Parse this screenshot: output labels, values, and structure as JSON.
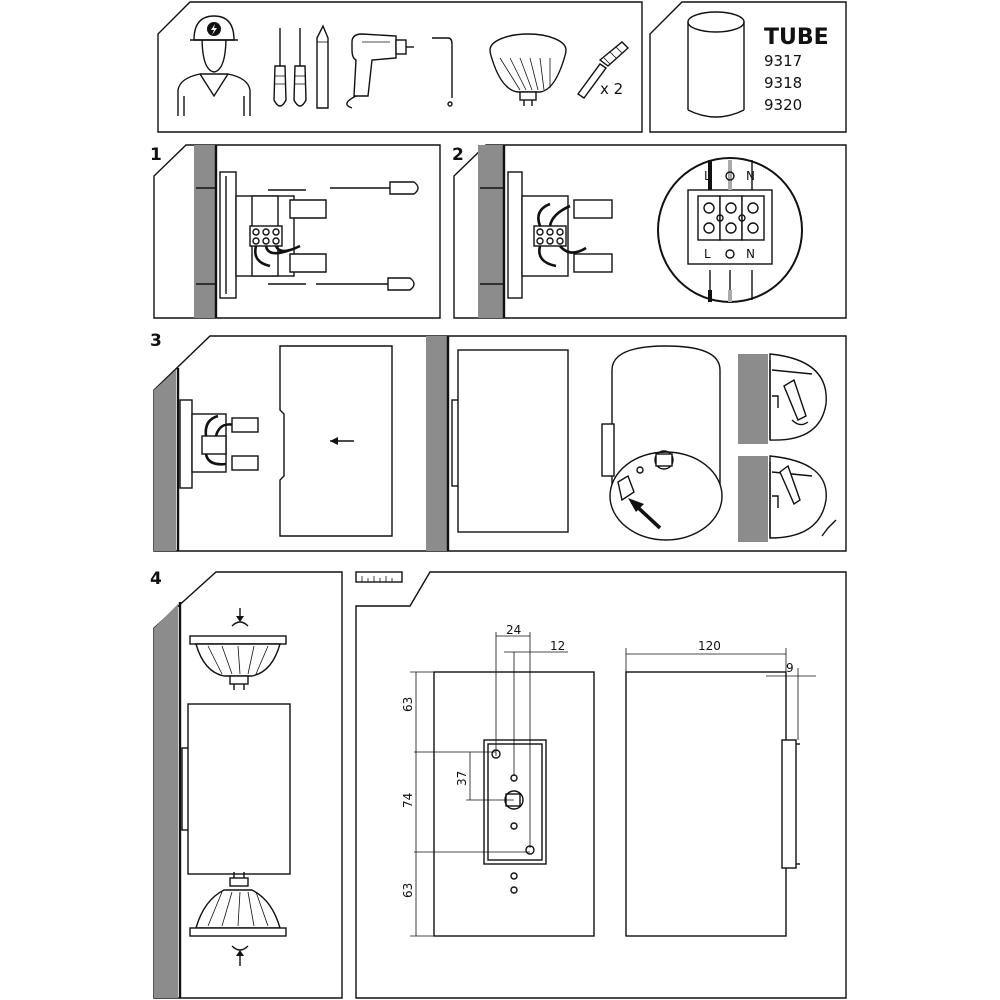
{
  "product": {
    "name": "TUBE",
    "codes": [
      "9317",
      "9318",
      "9320"
    ]
  },
  "tools": {
    "anchor_quantity": "x 2"
  },
  "steps": {
    "s1": "1",
    "s2": "2",
    "s3": "3",
    "s4": "4"
  },
  "terminals": {
    "top": [
      "L",
      "N"
    ],
    "bottom": [
      "L",
      "N"
    ]
  },
  "dimensions": {
    "d24": "24",
    "d12": "12",
    "d120": "120",
    "d9": "9",
    "d63_top": "63",
    "d74": "74",
    "d37": "37",
    "d63_bottom": "63"
  },
  "colors": {
    "line": "#111111",
    "wall": "#8c8c8c",
    "background": "#ffffff"
  }
}
